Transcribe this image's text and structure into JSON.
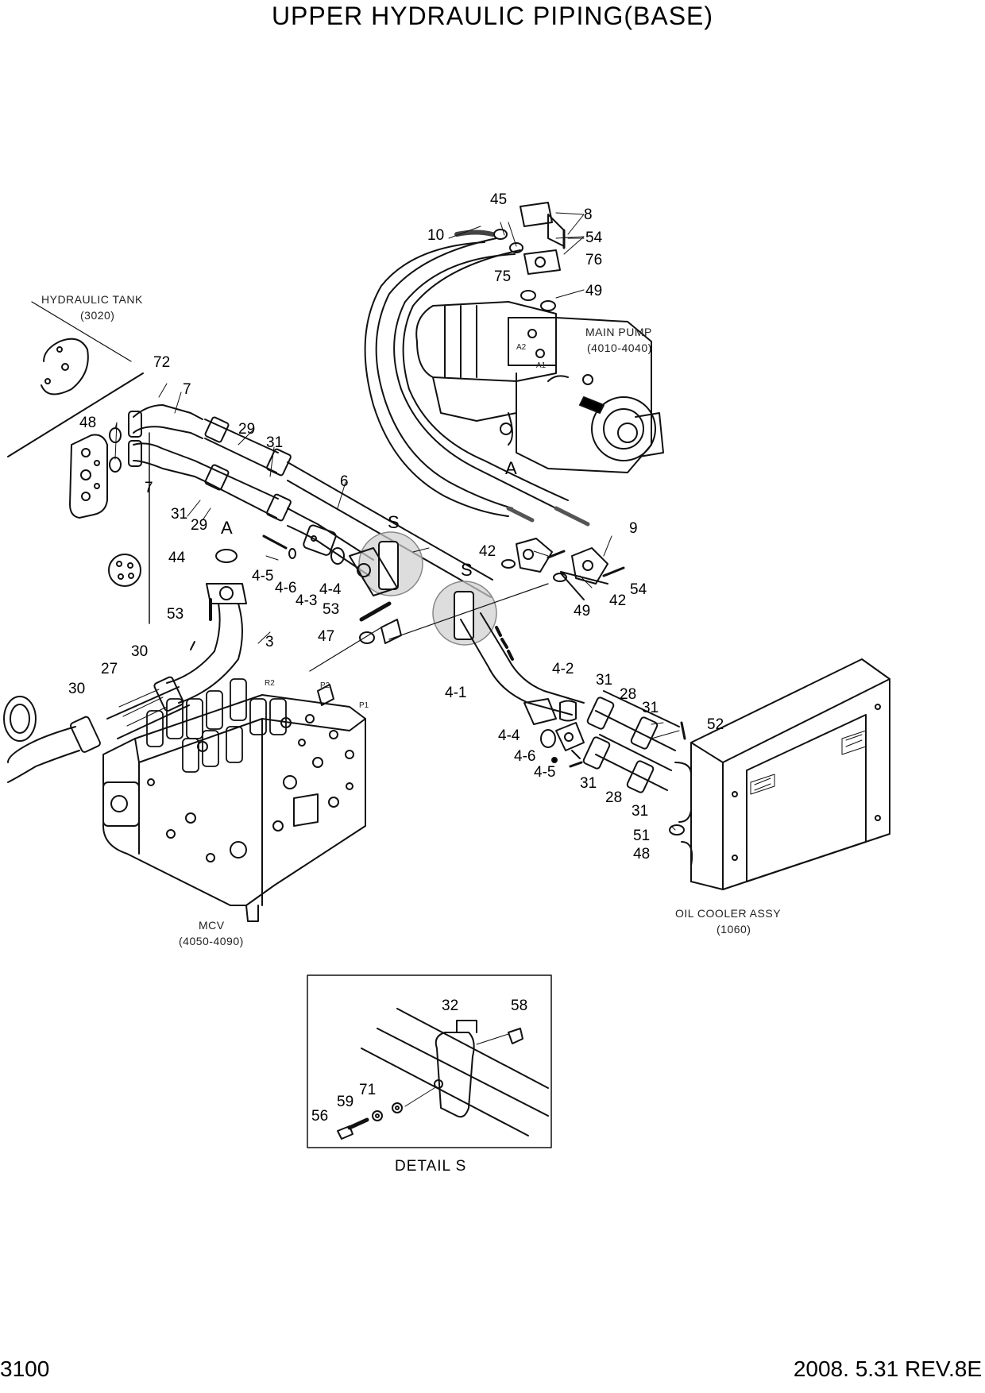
{
  "title": "UPPER HYDRAULIC PIPING(BASE)",
  "footer": {
    "page_number": "3100",
    "date_rev": "2008. 5.31  REV.8E"
  },
  "components": {
    "hydraulic_tank": {
      "name": "HYDRAULIC TANK",
      "code": "(3020)"
    },
    "main_pump": {
      "name": "MAIN PUMP",
      "code": "(4010-4040)"
    },
    "mcv": {
      "name": "MCV",
      "code": "(4050-4090)"
    },
    "oil_cooler": {
      "name": "OIL COOLER ASSY",
      "code": "(1060)"
    }
  },
  "port_labels": [
    "A2",
    "A1",
    "R2",
    "P2",
    "P1"
  ],
  "view_markers": [
    "A",
    "A",
    "S",
    "S"
  ],
  "callouts": [
    "45",
    "8",
    "10",
    "54",
    "76",
    "75",
    "49",
    "72",
    "7",
    "48",
    "29",
    "31",
    "7",
    "6",
    "31",
    "29",
    "A",
    "44",
    "4-5",
    "4-6",
    "4-3",
    "4-4",
    "53",
    "53",
    "47",
    "3",
    "30",
    "27",
    "30",
    "42",
    "9",
    "54",
    "42",
    "49",
    "4-2",
    "31",
    "28",
    "31",
    "52",
    "4-1",
    "4-4",
    "4-6",
    "4-5",
    "31",
    "28",
    "31",
    "51",
    "48"
  ],
  "detail": {
    "title": "DETAIL  S",
    "callouts": [
      "32",
      "58",
      "71",
      "59",
      "56"
    ]
  }
}
